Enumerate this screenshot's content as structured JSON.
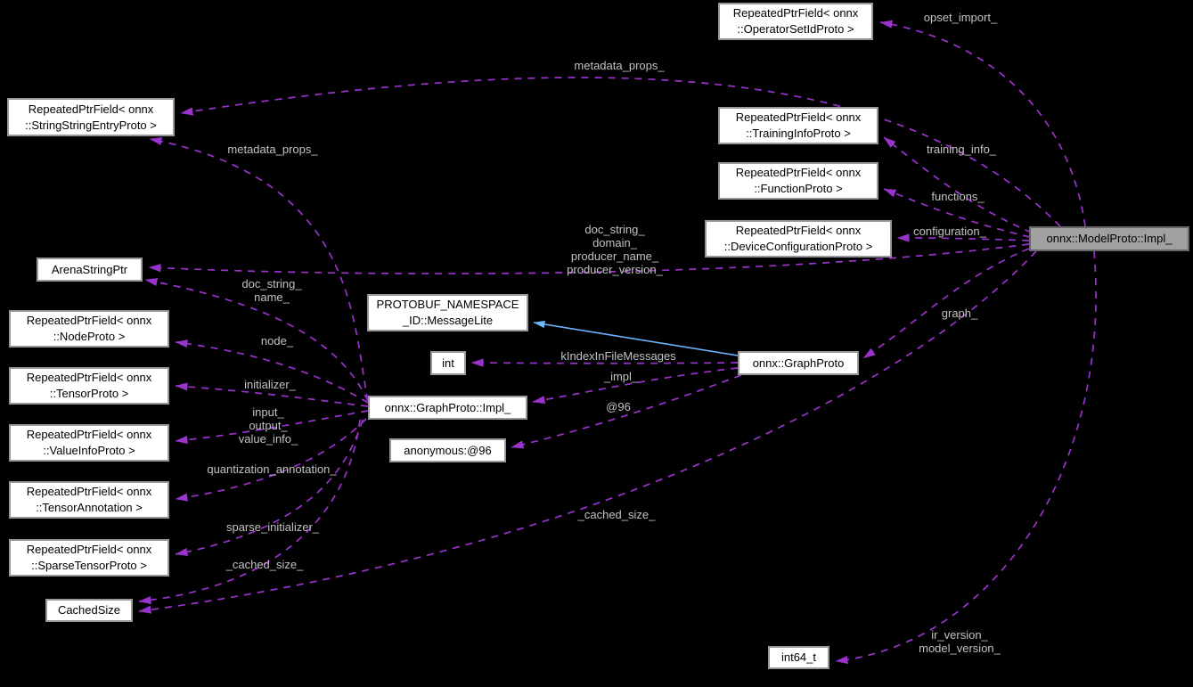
{
  "diagram": {
    "type": "doxygen-collaboration-graph",
    "highlighted_node": "onnx::ModelProto::Impl_"
  },
  "colors": {
    "background": "#000000",
    "node_fill": "#ffffff",
    "node_border": "#989898",
    "highlight_fill": "#a0a0a0",
    "edge_dashed": "#9a32cd",
    "edge_inheritance": "#6cb6ff",
    "edge_label_text": "#c2c2c2",
    "node_text": "#000000"
  },
  "nodes": {
    "operator_set_id": {
      "line1": "RepeatedPtrField< onnx",
      "line2": "::OperatorSetIdProto >"
    },
    "string_string_entry": {
      "line1": "RepeatedPtrField< onnx",
      "line2": "::StringStringEntryProto >"
    },
    "training_info": {
      "line1": "RepeatedPtrField< onnx",
      "line2": "::TrainingInfoProto >"
    },
    "function_proto": {
      "line1": "RepeatedPtrField< onnx",
      "line2": "::FunctionProto >"
    },
    "device_configuration": {
      "line1": "RepeatedPtrField< onnx",
      "line2": "::DeviceConfigurationProto >"
    },
    "model_proto_impl": {
      "line1": "onnx::ModelProto::Impl_"
    },
    "arena_string_ptr": {
      "line1": "ArenaStringPtr"
    },
    "message_lite": {
      "line1": "PROTOBUF_NAMESPACE",
      "line2": "_ID::MessageLite"
    },
    "node_proto": {
      "line1": "RepeatedPtrField< onnx",
      "line2": "::NodeProto >"
    },
    "int": {
      "line1": "int"
    },
    "graph_proto": {
      "line1": "onnx::GraphProto"
    },
    "tensor_proto": {
      "line1": "RepeatedPtrField< onnx",
      "line2": "::TensorProto >"
    },
    "graph_proto_impl": {
      "line1": "onnx::GraphProto::Impl_"
    },
    "value_info_proto": {
      "line1": "RepeatedPtrField< onnx",
      "line2": "::ValueInfoProto >"
    },
    "anonymous_96": {
      "line1": "anonymous:@96"
    },
    "tensor_annotation": {
      "line1": "RepeatedPtrField< onnx",
      "line2": "::TensorAnnotation >"
    },
    "sparse_tensor_proto": {
      "line1": "RepeatedPtrField< onnx",
      "line2": "::SparseTensorProto >"
    },
    "cached_size": {
      "line1": "CachedSize"
    },
    "int64_t": {
      "line1": "int64_t"
    }
  },
  "edge_labels": {
    "opset_import": "opset_import_",
    "metadata_props_top": "metadata_props_",
    "metadata_props_left": "metadata_props_",
    "training_info": "training_info_",
    "functions": "functions_",
    "configuration": "configuration_",
    "model_strings": {
      "l1": "doc_string_",
      "l2": "domain_",
      "l3": "producer_name_",
      "l4": "producer_version_"
    },
    "graph_strings": {
      "l1": "doc_string_",
      "l2": "name_"
    },
    "node": "node_",
    "graph": "graph_",
    "k_index": "kIndexInFileMessages",
    "impl": "_impl_",
    "initializer": "initializer_",
    "io": {
      "l1": "input_",
      "l2": "output_",
      "l3": "value_info_"
    },
    "at96": "@96",
    "quantization_annotation": "quantization_annotation_",
    "sparse_initializer": "sparse_initializer_",
    "cached_size_left": "_cached_size_",
    "cached_size_mid": "_cached_size_",
    "versions": {
      "l1": "ir_version_",
      "l2": "model_version_"
    }
  }
}
